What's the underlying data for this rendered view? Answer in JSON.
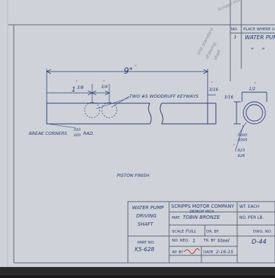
{
  "colors": {
    "paper": "#cfd2d9",
    "ink": "#233a70",
    "red_ink": "#c4301f",
    "pencil": "#8a8f9a",
    "background": "#1b1b1b"
  },
  "revision_table": {
    "col1_header": "NO.",
    "col1_header2": "",
    "col2_header": "PLACE WHERE U",
    "col1_value": "3",
    "col2_value": "WATER PUM",
    "ditto1": "”",
    "ditto2": "”",
    "pencil_note": "Scripps motor"
  },
  "drawing": {
    "overall_length": "9\"",
    "dim_left_whole": "1",
    "dim_left_frac": "3/8",
    "dim_mid": "3/4",
    "keyways_note": "TWO #5 WOODRUFF KEYWAYS",
    "end_dim": "3/16",
    "end_view_frac": "1/2",
    "end_view_side": "3/16",
    "corner_note": "BREAK CORNERS",
    "corner_tol_top": ".010",
    "corner_tol_bottom": ".020",
    "corner_unit": "RAD.",
    "dia_top": ".5005",
    "dia_bottom": ".5005",
    "dia2_top": ".623",
    "dia2_bottom": ".626",
    "pencil_note_1": "Use standard",
    "pencil_note_2": "drawing",
    "pencil_note_3": "shaft"
  },
  "finish_note": "PISTON FINISH",
  "title_block": {
    "part_name_1": "WATER PUMP",
    "part_name_2": "DRIVING",
    "part_name_3": "SHAFT",
    "company": "SCRIPPS MOTOR COMPANY",
    "city": "DETROIT MICH.",
    "wt_each": "WT. EACH",
    "no_per_lb": "NO. PER LB.",
    "mat_label": "MAT.",
    "mat_value": "TOBIN BRONZE",
    "scale_label": "SCALE",
    "scale_value": "FULL",
    "dr_by": "DR. BY",
    "dwg_no_label": "DWG. NO.",
    "dwg_no_value": "D-44",
    "part_no_label": "PART NO.",
    "part_no_value": "K5-628",
    "no_req_label": "NO. REQ.",
    "no_req_value": "1",
    "tr_by_label": "TR. BY",
    "tr_by_value": "Steel",
    "ap_by_label": "AP. BY",
    "date_label": "DATE",
    "date_value": "2-16-15"
  }
}
